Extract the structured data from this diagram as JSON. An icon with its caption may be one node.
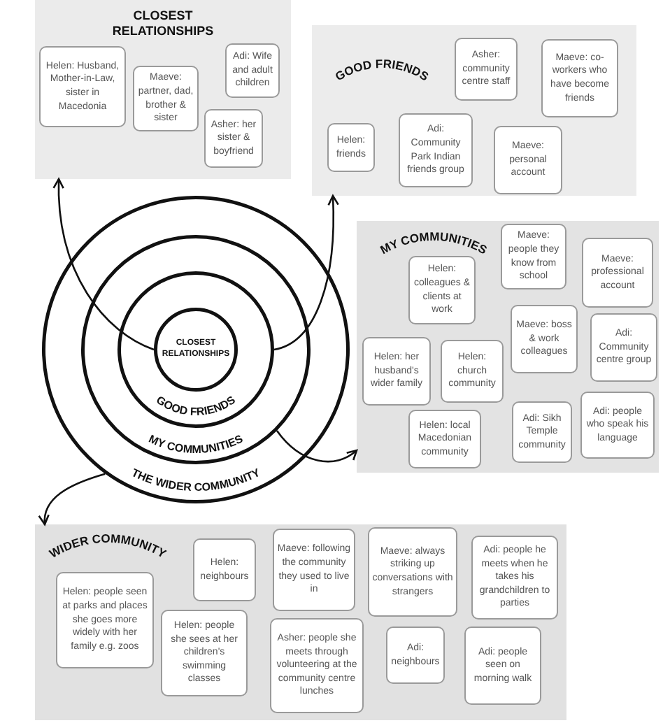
{
  "diagram": {
    "nodes": [
      {
        "text": [
          "CLOSEST RELATIONSHIPS"
        ]
      },
      {
        "text": [
          "Helen: Husband, Mother-in-Law, sister in Macedonia"
        ],
        "in": 0
      },
      {
        "text": [
          "Maeve: partner, dad, brother & sister"
        ],
        "in": 0
      },
      {
        "text": [
          "Adi: Wife and adult children"
        ],
        "in": 0
      },
      {
        "text": [
          "Asher: her sister & boyfriend"
        ],
        "in": 0
      },
      {
        "text": [
          "GOOD FRIENDS"
        ]
      },
      {
        "text": [
          "Asher: community centre staff"
        ],
        "in": 5
      },
      {
        "text": [
          "Maeve: co-workers who have become friends"
        ],
        "in": 5
      },
      {
        "text": [
          "Helen: friends"
        ],
        "in": 5
      },
      {
        "text": [
          "Adi: Community Park Indian friends group"
        ],
        "in": 5
      },
      {
        "text": [
          "Maeve: personal account"
        ],
        "in": 5
      },
      {
        "text": [
          "MY COMMUNITIES"
        ]
      },
      {
        "text": [
          "Helen: colleagues & clients at work"
        ],
        "in": 11
      },
      {
        "text": [
          "Maeve: people they know from school"
        ],
        "in": 11
      },
      {
        "text": [
          "Maeve: professional account"
        ],
        "in": 11
      },
      {
        "text": [
          "Helen: her husband's wider family"
        ],
        "in": 11
      },
      {
        "text": [
          "Helen: church community"
        ],
        "in": 11
      },
      {
        "text": [
          "Maeve: boss & work colleagues"
        ],
        "in": 11
      },
      {
        "text": [
          "Adi: Community centre group"
        ],
        "in": 11
      },
      {
        "text": [
          "Helen: local Macedonian community"
        ],
        "in": 11
      },
      {
        "text": [
          "Adi: Sikh Temple community"
        ],
        "in": 11
      },
      {
        "text": [
          "Adi: people who speak his language"
        ],
        "in": 11
      },
      {
        "text": [
          "THE WIDER COMMUNITY"
        ]
      },
      {
        "text": [
          "MY COMMUNITIES"
        ],
        "in": 22
      },
      {
        "text": [
          "GOOD FRIENDS"
        ],
        "in": 23
      },
      {
        "text": [
          "CLOSEST RELATIONSHIPS"
        ],
        "in": 24
      },
      {
        "text": [
          "WIDER COMMUNITY"
        ]
      },
      {
        "text": [
          "Helen: neighbours"
        ],
        "in": 26
      },
      {
        "text": [
          "Maeve: following the community they used to live in"
        ],
        "in": 26
      },
      {
        "text": [
          "Maeve: always striking up conversations with strangers"
        ],
        "in": 26
      },
      {
        "text": [
          "Adi: people he meets when he takes his grandchildren to parties"
        ],
        "in": 26
      },
      {
        "text": [
          "Helen: people seen at parks and places she goes more widely with her family e.g. zoos"
        ],
        "in": 26
      },
      {
        "text": [
          "Helen: people she sees at her children's swimming classes"
        ],
        "in": 26
      },
      {
        "text": [
          "Asher: people she meets through volunteering at the community centre lunches"
        ],
        "in": 26
      },
      {
        "text": [
          "Adi: neighbours"
        ],
        "in": 26
      },
      {
        "text": [
          "Adi: people seen on morning walk"
        ],
        "in": 26
      }
    ],
    "edges": [
      {
        "from": 25,
        "to": 0,
        "arrow": "to"
      },
      {
        "from": 24,
        "to": 5,
        "arrow": "to"
      },
      {
        "from": 23,
        "to": 11,
        "arrow": "to"
      },
      {
        "from": 22,
        "to": 26,
        "arrow": "to"
      }
    ]
  }
}
